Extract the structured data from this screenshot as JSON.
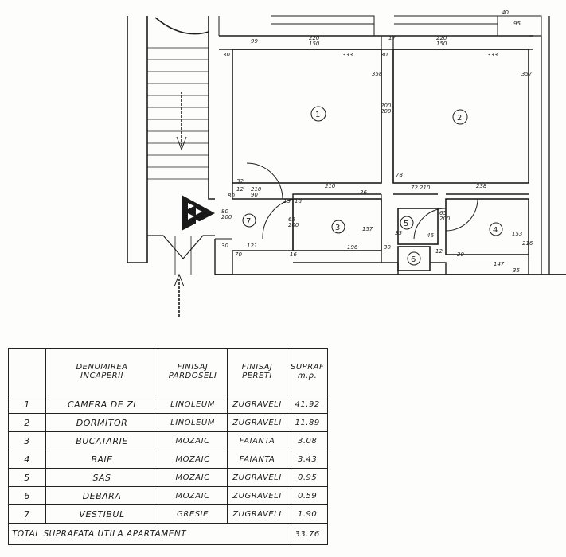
{
  "plan": {
    "rooms": [
      "1",
      "2",
      "3",
      "4",
      "5",
      "6",
      "7"
    ],
    "dimensions": {
      "top_99": "99",
      "top_left_30": "30",
      "top_333a": "333",
      "top_333b": "333",
      "win_a": "220\n150",
      "win_b": "220\n150",
      "mid_30": "30",
      "mid_17": "17",
      "right_40": "40",
      "right_95": "95",
      "r1_358": "358",
      "r2_357": "357",
      "door_200": "200\n200",
      "d_210": "210",
      "d_238": "238",
      "v_78": "78",
      "d_32": "32",
      "d_12": "12",
      "d_80": "80",
      "d_210_90": "210\n90",
      "d_15": "15",
      "d_18": "18",
      "d_26": "26",
      "d_72": "72",
      "d_210_b": "210",
      "d_65_200a": "65\n200",
      "d_65_200b": "65\n200",
      "d_80_200": "80\n200",
      "d_157": "157",
      "d_153": "153",
      "d_30b": "30",
      "d_121": "121",
      "d_70": "70",
      "d_16": "16",
      "d_196": "196",
      "d_30c": "30",
      "d_35": "35",
      "d_46": "46",
      "d_12b": "12",
      "d_216": "216",
      "d_20": "20",
      "d_147": "147",
      "d_35b": "35"
    }
  },
  "legend": {
    "headers": {
      "name": [
        "DENUMIREA",
        "INCAPERII"
      ],
      "floor": [
        "FINISAJ",
        "PARDOSELI"
      ],
      "walls": [
        "FINISAJ",
        "PERETI"
      ],
      "area": [
        "SUPRAF",
        "m.p."
      ]
    },
    "rows": [
      {
        "no": "1",
        "name": "CAMERA DE ZI",
        "floor": "LINOLEUM",
        "walls": "ZUGRAVELI",
        "area": "41.92"
      },
      {
        "no": "2",
        "name": "DORMITOR",
        "floor": "LINOLEUM",
        "walls": "ZUGRAVELI",
        "area": "11.89"
      },
      {
        "no": "3",
        "name": "BUCATARIE",
        "floor": "MOZAIC",
        "walls": "FAIANTA",
        "area": "3.08"
      },
      {
        "no": "4",
        "name": "BAIE",
        "floor": "MOZAIC",
        "walls": "FAIANTA",
        "area": "3.43"
      },
      {
        "no": "5",
        "name": "SAS",
        "floor": "MOZAIC",
        "walls": "ZUGRAVELI",
        "area": "0.95"
      },
      {
        "no": "6",
        "name": "DEBARA",
        "floor": "MOZAIC",
        "walls": "ZUGRAVELI",
        "area": "0.59"
      },
      {
        "no": "7",
        "name": "VESTIBUL",
        "floor": "GRESIE",
        "walls": "ZUGRAVELI",
        "area": "1.90"
      }
    ],
    "total_label": "TOTAL SUPRAFATA UTILA APARTAMENT",
    "total_value": "33.76"
  }
}
